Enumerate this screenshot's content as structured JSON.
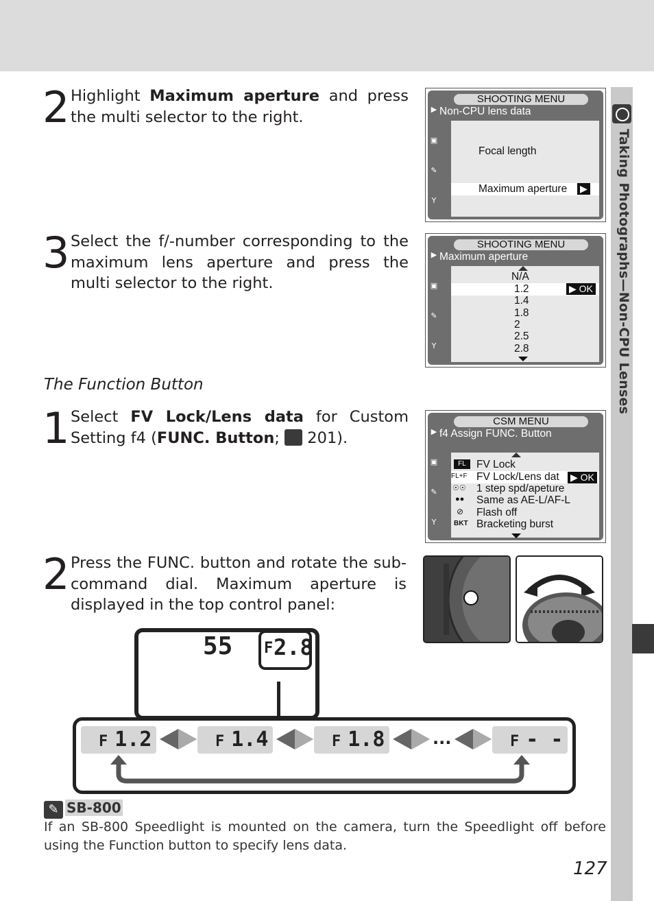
{
  "sidebar": {
    "title": "Taking Photographs—Non-CPU Lenses"
  },
  "step2a": {
    "num": "2",
    "pre": "Highlight ",
    "bold": "Maximum aperture",
    "post": " and press the multi selector to the right."
  },
  "step3": {
    "num": "3",
    "text": "Select the f/-number corresponding to the maximum lens aperture and press the multi selector to the right."
  },
  "section_title": "The Function Button",
  "step1": {
    "num": "1",
    "pre": "Select ",
    "bold1": "FV Lock/Lens data",
    "mid": " for Custom Setting f4 (",
    "bold2": "FUNC. Button",
    "post": "; ",
    "ref": " 201)."
  },
  "step2b": {
    "num": "2",
    "text": "Press the FUNC. button and rotate the sub-command dial.  Maximum aperture is displayed in the top control panel:"
  },
  "screen1": {
    "menu": "SHOOTING MENU",
    "sub": "Non-CPU lens data",
    "item1": "Focal length",
    "item2": "Maximum aperture"
  },
  "screen2": {
    "menu": "SHOOTING MENU",
    "sub": "Maximum aperture",
    "options": [
      "N/A",
      "1.2",
      "1.4",
      "1.8",
      "2",
      "2.5",
      "2.8"
    ],
    "ok": "OK"
  },
  "screen3": {
    "menu": "CSM MENU",
    "sub": "f4   Assign FUNC. Button",
    "options": [
      {
        "icon": "FV-lock-icon",
        "label": "FV Lock"
      },
      {
        "icon": "FV-lock-lens-icon",
        "label": "FV Lock/Lens dat"
      },
      {
        "icon": "spd-aperture-icon",
        "label": "1 step spd/apeture"
      },
      {
        "icon": "ae-lock-icon",
        "label": "Same as AE-L/AF-L"
      },
      {
        "icon": "flash-off-icon",
        "label": "Flash off"
      },
      {
        "icon": "BKT",
        "label": "Bracketing burst"
      }
    ],
    "ok": "OK"
  },
  "lcd": {
    "shutter": "55",
    "aperture_prefix": "F",
    "aperture": "2.8"
  },
  "cycle": {
    "steps": [
      "1.2",
      "1.4",
      "1.8",
      "- -"
    ],
    "prefix": "F",
    "ellipsis": "..."
  },
  "note": {
    "title": "SB-800",
    "body": "If an SB-800 Speedlight is mounted on the camera, turn the Speedlight off before using the Function button to specify lens data."
  },
  "page_number": "127"
}
